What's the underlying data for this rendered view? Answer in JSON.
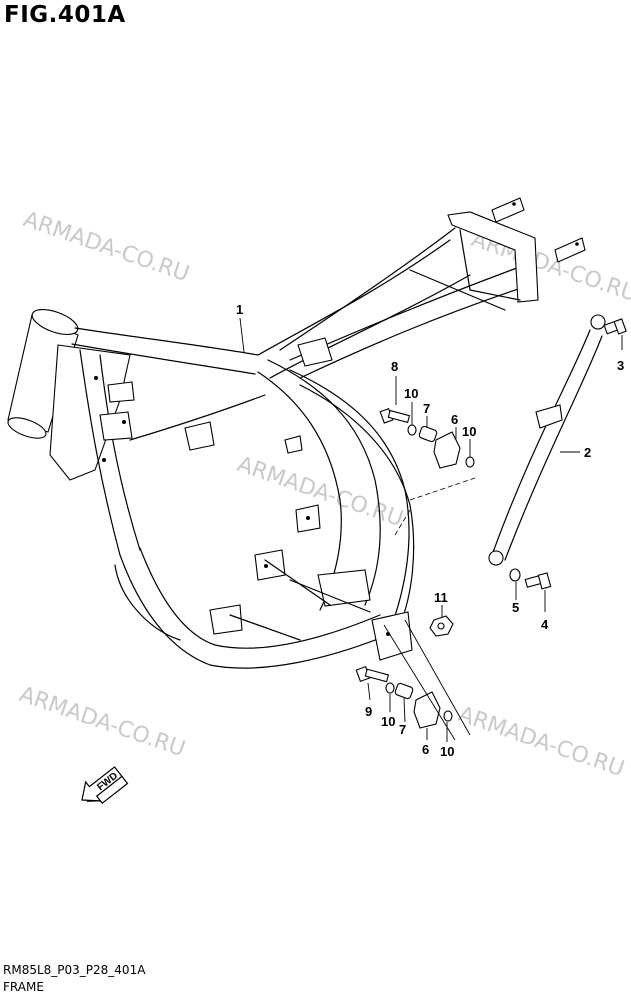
{
  "figure": {
    "title": "FIG.401A",
    "model_code": "RM85L8_P03_P28_401A",
    "name": "FRAME"
  },
  "watermark": "ARMADA-CO.RU",
  "fwd_label": "FWD",
  "callouts": [
    {
      "id": "c1",
      "label": "1"
    },
    {
      "id": "c2",
      "label": "2"
    },
    {
      "id": "c3",
      "label": "3"
    },
    {
      "id": "c4",
      "label": "4"
    },
    {
      "id": "c5",
      "label": "5"
    },
    {
      "id": "c8",
      "label": "8"
    },
    {
      "id": "c10a",
      "label": "10"
    },
    {
      "id": "c7a",
      "label": "7"
    },
    {
      "id": "c6a",
      "label": "6"
    },
    {
      "id": "c10b",
      "label": "10"
    },
    {
      "id": "c11",
      "label": "11"
    },
    {
      "id": "c9",
      "label": "9"
    },
    {
      "id": "c10c",
      "label": "10"
    },
    {
      "id": "c7b",
      "label": "7"
    },
    {
      "id": "c6b",
      "label": "6"
    },
    {
      "id": "c10d",
      "label": "10"
    }
  ]
}
